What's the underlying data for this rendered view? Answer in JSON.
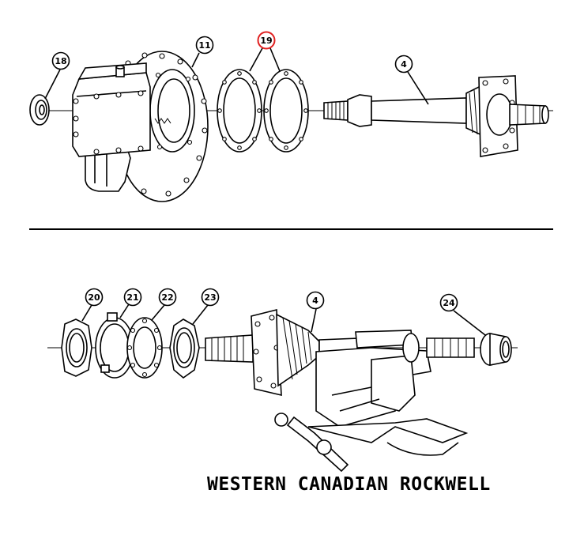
{
  "callouts": {
    "c18": "18",
    "c11": "11",
    "c19": "19",
    "c4_top": "4",
    "c20": "20",
    "c21": "21",
    "c22": "22",
    "c23": "23",
    "c4_bottom": "4",
    "c24": "24"
  },
  "highlight_color": "#e02020",
  "watermark": "WESTERN CANADIAN ROCKWELL"
}
